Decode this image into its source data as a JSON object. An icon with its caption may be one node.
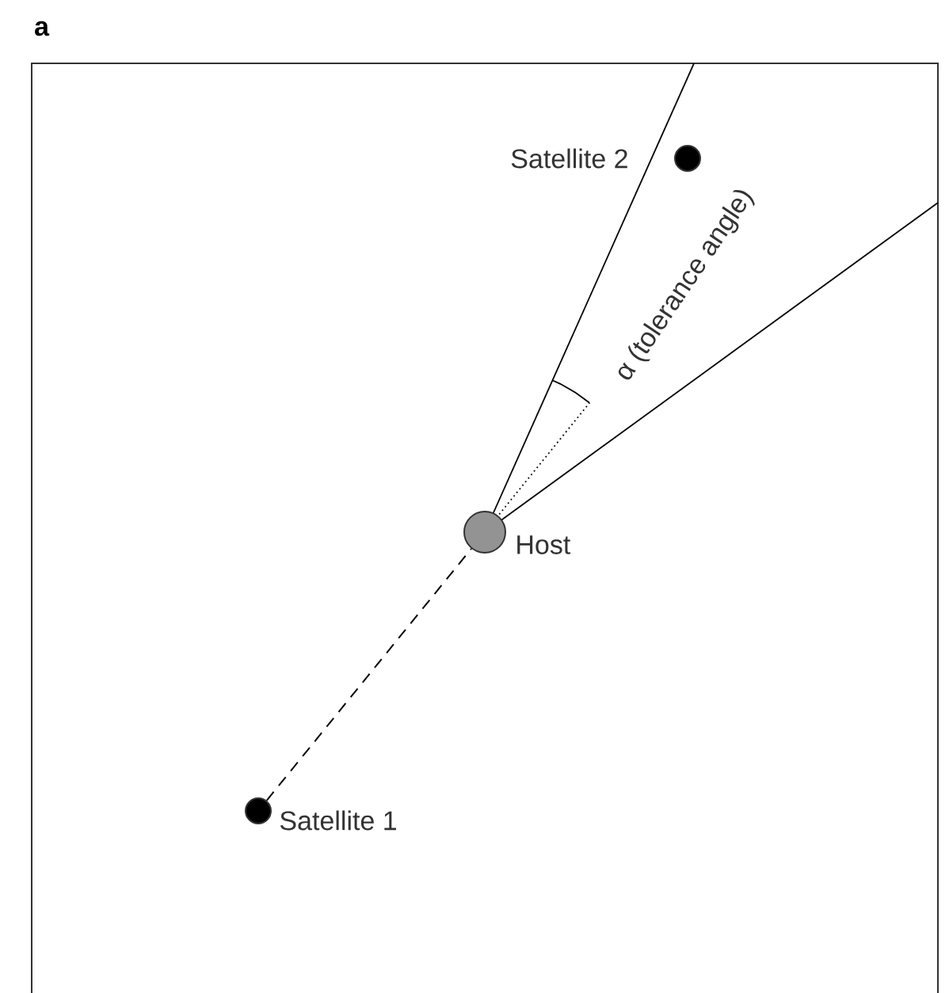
{
  "diagram": {
    "nodes": [
      {
        "text": [],
        "shape": "circle",
        "beside": [
          "Satellite 2"
        ]
      },
      {
        "text": [],
        "shape": "circle",
        "beside": [
          "Host"
        ]
      },
      {
        "text": [],
        "shape": "circle",
        "beside": [
          "Satellite 1"
        ]
      }
    ],
    "edges": [
      {
        "from": 2,
        "to": 1,
        "arrow": "none",
        "style": "dashed"
      }
    ],
    "labels": [
      "a",
      "α (tolerance angle)"
    ]
  }
}
